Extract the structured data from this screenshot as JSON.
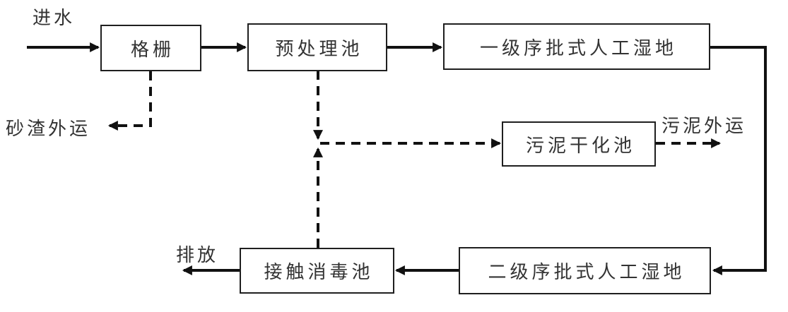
{
  "diagram": {
    "type": "process-flow",
    "language": "zh",
    "subject": "constructed-wetland-wastewater-treatment-process",
    "colors": {
      "background": "#ffffff",
      "line": "#111111",
      "box_border": "#1f1f1f",
      "text": "#333333"
    },
    "nodes": [
      {
        "id": "grid",
        "label": "格栅"
      },
      {
        "id": "pretreatment",
        "label": "预处理池"
      },
      {
        "id": "wetland1",
        "label": "一级序批式人工湿地"
      },
      {
        "id": "sludge_drying",
        "label": "污泥干化池"
      },
      {
        "id": "wetland2",
        "label": "二级序批式人工湿地"
      },
      {
        "id": "contact_disinfection",
        "label": "接触消毒池"
      }
    ],
    "annotations": [
      {
        "id": "inflow",
        "label": "进水"
      },
      {
        "id": "grit_out",
        "label": "砂渣外运"
      },
      {
        "id": "sludge_out",
        "label": "污泥外运"
      },
      {
        "id": "discharge",
        "label": "排放"
      }
    ],
    "edges": [
      {
        "from": "inflow",
        "to": "grid",
        "style": "solid"
      },
      {
        "from": "grid",
        "to": "pretreatment",
        "style": "solid"
      },
      {
        "from": "pretreatment",
        "to": "wetland1",
        "style": "solid"
      },
      {
        "from": "wetland1",
        "to": "wetland2",
        "style": "solid"
      },
      {
        "from": "wetland2",
        "to": "contact_disinfection",
        "style": "solid"
      },
      {
        "from": "contact_disinfection",
        "to": "discharge",
        "style": "solid"
      },
      {
        "from": "grid",
        "to": "grit_out",
        "style": "dashed"
      },
      {
        "from": "pretreatment",
        "to": "sludge_junction",
        "style": "dashed"
      },
      {
        "from": "contact_disinfection",
        "to": "sludge_junction",
        "style": "dashed"
      },
      {
        "from": "sludge_junction",
        "to": "sludge_drying",
        "style": "dashed"
      },
      {
        "from": "sludge_drying",
        "to": "sludge_out",
        "style": "dashed"
      }
    ]
  }
}
